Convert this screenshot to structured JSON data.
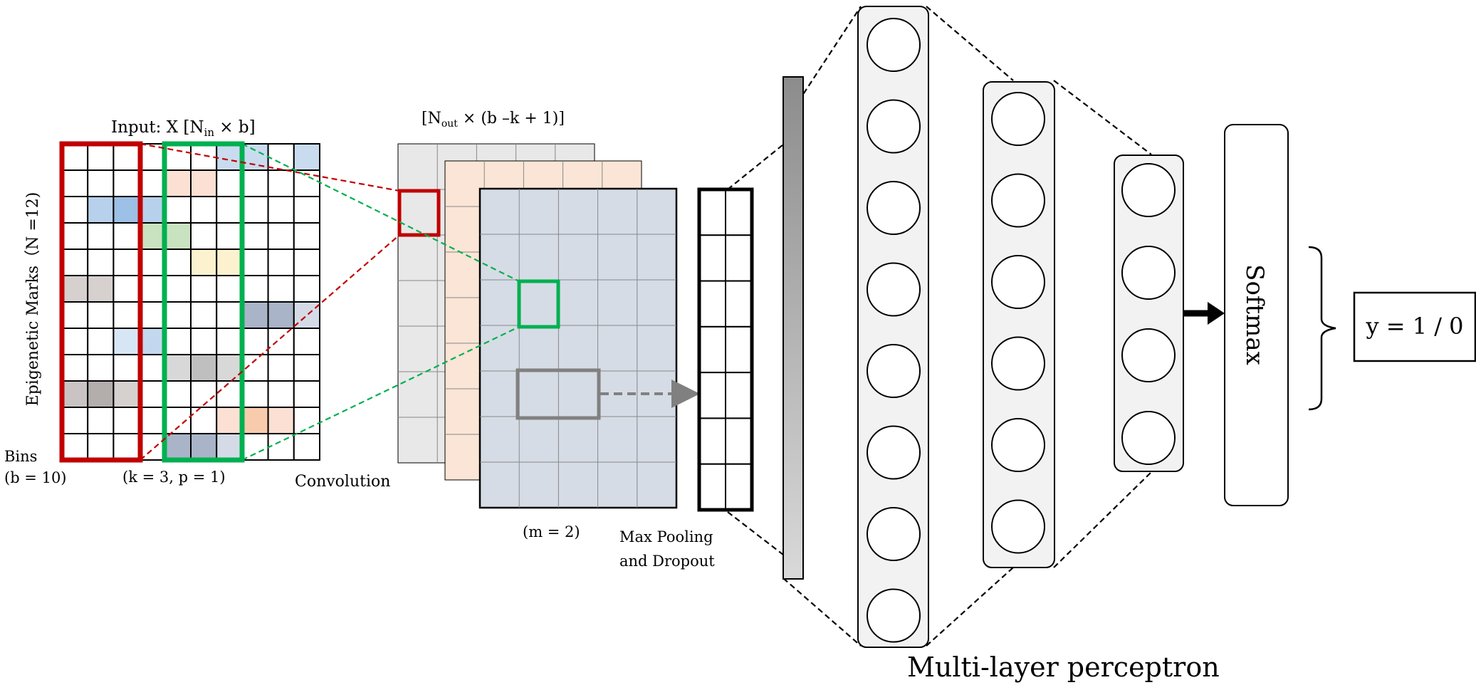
{
  "labels": {
    "input_title": "Input: X [N",
    "input_sub": "in",
    "input_rest": " × b]",
    "marks_axis": "Epigenetic Marks（N =12)",
    "bins_line1": "Bins",
    "bins_line2": "(b = 10)",
    "kernel_params": "(k = 3, p = 1)",
    "convolution": "Convolution",
    "out_shape_pre": "[N",
    "out_shape_sub": "out",
    "out_shape_rest": " × (b –k + 1)]",
    "pool_size": "(m = 2)",
    "maxpool_line1": "Max Pooling",
    "maxpool_line2": "and Dropout",
    "mlp": "Multi-layer perceptron",
    "softmax": "Softmax",
    "output": "y = 1 / 0"
  },
  "input_grid": {
    "rows": 12,
    "cols": 10,
    "colored_cells": [
      {
        "row": 0,
        "col": 6,
        "color": "#c9dcef"
      },
      {
        "row": 0,
        "col": 7,
        "color": "#c9dcef"
      },
      {
        "row": 0,
        "col": 9,
        "color": "#c9dcef"
      },
      {
        "row": 1,
        "col": 4,
        "color": "#fbe0d3"
      },
      {
        "row": 1,
        "col": 5,
        "color": "#fbe0d3"
      },
      {
        "row": 2,
        "col": 1,
        "color": "#b7d1ec"
      },
      {
        "row": 2,
        "col": 2,
        "color": "#9cc0e6"
      },
      {
        "row": 2,
        "col": 3,
        "color": "#b7d1ec"
      },
      {
        "row": 3,
        "col": 3,
        "color": "#c9e2bf"
      },
      {
        "row": 3,
        "col": 4,
        "color": "#c9e2bf"
      },
      {
        "row": 4,
        "col": 5,
        "color": "#fcf2cf"
      },
      {
        "row": 4,
        "col": 6,
        "color": "#fcf2cf"
      },
      {
        "row": 5,
        "col": 0,
        "color": "#d6d0cf"
      },
      {
        "row": 5,
        "col": 1,
        "color": "#d6d0cf"
      },
      {
        "row": 6,
        "col": 7,
        "color": "#aab4c8"
      },
      {
        "row": 6,
        "col": 8,
        "color": "#aab4c8"
      },
      {
        "row": 6,
        "col": 9,
        "color": "#d4dbe7"
      },
      {
        "row": 7,
        "col": 2,
        "color": "#d7e6f4"
      },
      {
        "row": 7,
        "col": 3,
        "color": "#c3d8ee"
      },
      {
        "row": 8,
        "col": 4,
        "color": "#d8d8d8"
      },
      {
        "row": 8,
        "col": 5,
        "color": "#bfbfbf"
      },
      {
        "row": 8,
        "col": 6,
        "color": "#d8d8d8"
      },
      {
        "row": 9,
        "col": 0,
        "color": "#c9c4c3"
      },
      {
        "row": 9,
        "col": 1,
        "color": "#b3adac"
      },
      {
        "row": 9,
        "col": 2,
        "color": "#d6d0cf"
      },
      {
        "row": 10,
        "col": 6,
        "color": "#fbe0d3"
      },
      {
        "row": 10,
        "col": 7,
        "color": "#f8cbad"
      },
      {
        "row": 10,
        "col": 8,
        "color": "#fbe0d3"
      },
      {
        "row": 11,
        "col": 4,
        "color": "#aab4c8"
      },
      {
        "row": 11,
        "col": 5,
        "color": "#aab4c8"
      },
      {
        "row": 11,
        "col": 6,
        "color": "#d4dbe7"
      }
    ]
  },
  "feature_maps": [
    {
      "rows": 7,
      "cols": 5,
      "color": "#e8e8e8"
    },
    {
      "rows": 7,
      "cols": 5,
      "color": "#fbe5d6"
    },
    {
      "rows": 7,
      "cols": 5,
      "color": "#d6dce5"
    }
  ],
  "pooled_vector": {
    "rows": 7,
    "cols": 2
  },
  "mlp_layers": [
    {
      "neurons": 8
    },
    {
      "neurons": 6
    },
    {
      "neurons": 4
    }
  ],
  "colors": {
    "kernel_red": "#c00000",
    "kernel_green": "#00b050",
    "pool_gray": "#808080",
    "flatten_top": "#8c8c8c",
    "flatten_bottom": "#d9d9d9",
    "layer_fill": "#f2f2f2"
  }
}
